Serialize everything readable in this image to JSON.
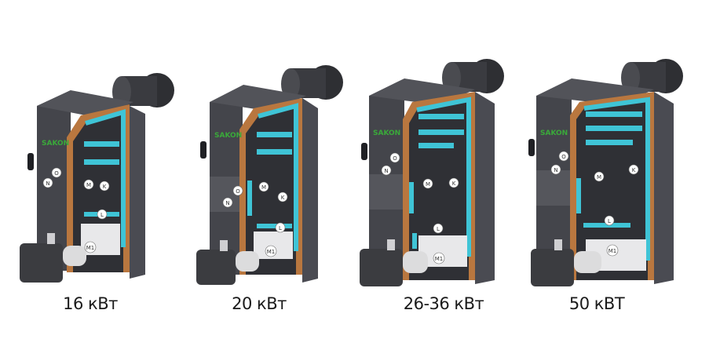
{
  "figure": {
    "description": "Cutaway illustrations of four pellet boiler models",
    "colors": {
      "body_dark": "#3c3d42",
      "body_mid": "#55565c",
      "insulation_brown": "#b9773f",
      "water_jacket_cyan": "#3fc4d6",
      "logo_green": "#3aa93a",
      "background": "#ffffff"
    }
  },
  "models": [
    {
      "label": "16 кВт",
      "logo": "SAKON",
      "markers": [
        "O",
        "N",
        "M",
        "K",
        "L",
        "M1"
      ]
    },
    {
      "label": "20 кВт",
      "logo": "SAKON",
      "markers": [
        "O",
        "N",
        "M",
        "K",
        "L",
        "M1"
      ]
    },
    {
      "label": "26-36 кВт",
      "logo": "SAKON",
      "markers": [
        "O",
        "N",
        "M",
        "K",
        "L",
        "M1"
      ]
    },
    {
      "label": "50 кВТ",
      "logo": "SAKON",
      "markers": [
        "O",
        "N",
        "M",
        "K",
        "L",
        "M1"
      ]
    }
  ]
}
